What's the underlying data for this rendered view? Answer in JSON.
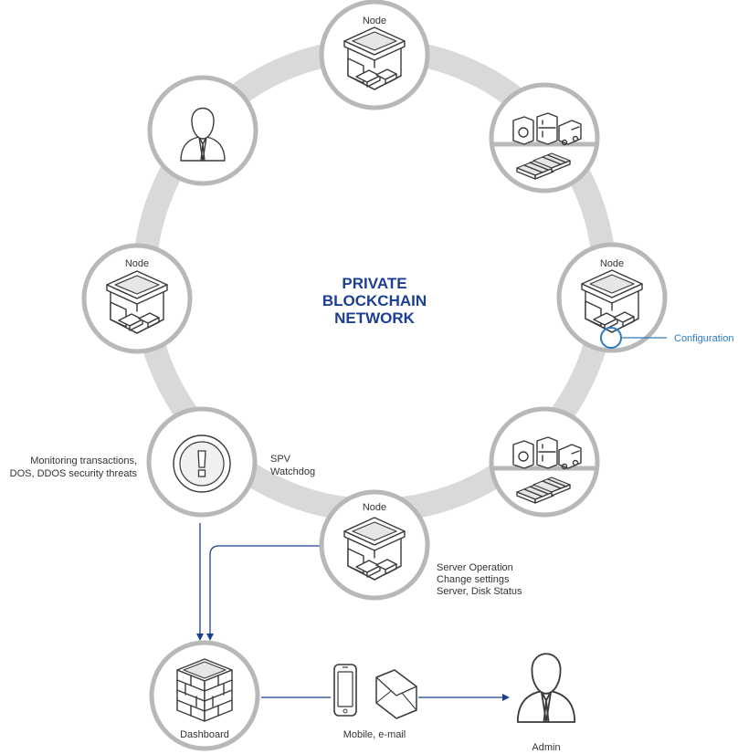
{
  "colors": {
    "ring": "#d9d9d9",
    "node_border": "#b8b8b8",
    "title": "#1c3f94",
    "arrow": "#1c3f94",
    "callout": "#2b7bbf"
  },
  "title": {
    "line1": "PRIVATE",
    "line2": "BLOCKCHAIN",
    "line3": "NETWORK"
  },
  "nodes": {
    "top": "Node",
    "left": "Node",
    "right": "Node",
    "bottom": "Node"
  },
  "dashboard": {
    "label": "Dashboard"
  },
  "admin": {
    "label": "Admin"
  },
  "channel": {
    "label": "Mobile, e-mail"
  },
  "configuration": {
    "label": "Configuration"
  },
  "spv": {
    "line1": "SPV",
    "line2": "Watchdog"
  },
  "monitoring": {
    "line1": "Monitoring transactions,",
    "line2": "DOS, DDOS security threats"
  },
  "server_ops": {
    "line1": "Server Operation",
    "line2": "Change settings",
    "line3": "Server, Disk Status"
  }
}
